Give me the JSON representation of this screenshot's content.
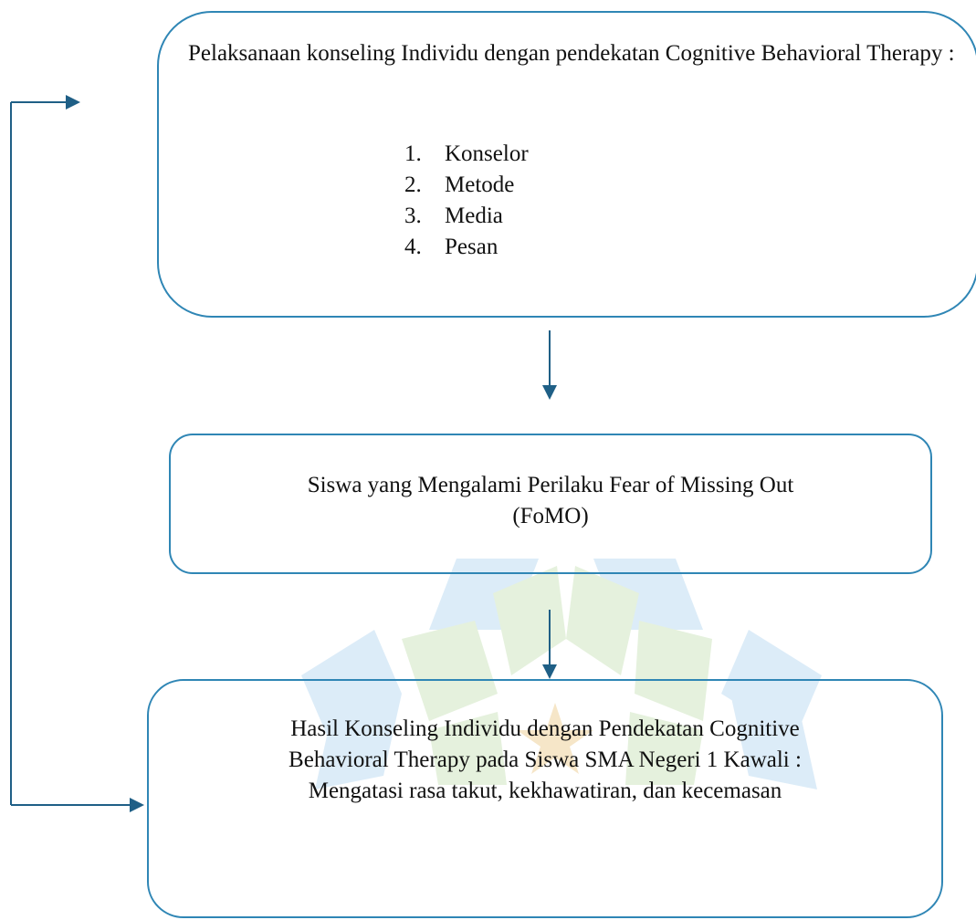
{
  "box1": {
    "title": "Pelaksanaan konseling Individu dengan pendekatan Cognitive Behavioral Therapy :",
    "items": [
      {
        "num": "1.",
        "label": "Konselor"
      },
      {
        "num": "2.",
        "label": "Metode"
      },
      {
        "num": "3.",
        "label": "Media"
      },
      {
        "num": "4.",
        "label": "Pesan"
      }
    ]
  },
  "box2": {
    "line1": "Siswa yang Mengalami Perilaku Fear of Missing Out",
    "line2": "(FoMO)"
  },
  "box3": {
    "line1": "Hasil Konseling Individu dengan Pendekatan Cognitive",
    "line2": "Behavioral Therapy pada Siswa SMA Negeri 1 Kawali :",
    "line3": "Mengatasi rasa takut, kekhawatiran, dan kecemasan"
  },
  "colors": {
    "box_border": "#2f86b5",
    "arrow": "#1f5f86",
    "watermark_blue": "#dcecf8",
    "watermark_green": "#e5f1dd",
    "watermark_star": "#f6e6c8"
  }
}
